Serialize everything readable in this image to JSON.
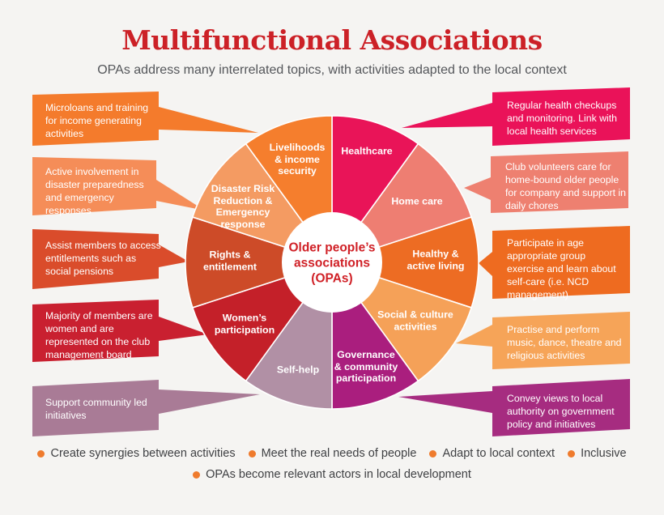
{
  "header": {
    "title": "Multifunctional Associations",
    "subtitle": "OPAs address many interrelated topics, with activities adapted to the local context",
    "title_color": "#cc2127",
    "subtitle_color": "#54565a"
  },
  "chart_data": {
    "type": "pie",
    "center_label": "Older people’s\nassociations\n(OPAs)",
    "center_label_color": "#d02127",
    "center_bg_color": "#ffffff",
    "legend_position": "none",
    "segments": [
      {
        "label": "Healthcare",
        "value": 10,
        "color": "#e91458"
      },
      {
        "label": "Home care",
        "value": 10,
        "color": "#ee7e72"
      },
      {
        "label": "Healthy &\nactive living",
        "value": 10,
        "color": "#ed6c23"
      },
      {
        "label": "Social & culture\nactivities",
        "value": 10,
        "color": "#f5a158"
      },
      {
        "label": "Governance\n& community\nparticipation",
        "value": 10,
        "color": "#aa1e7e"
      },
      {
        "label": "Self-help",
        "value": 10,
        "color": "#b190a5"
      },
      {
        "label": "Women’s\nparticipation",
        "value": 10,
        "color": "#c42029"
      },
      {
        "label": "Rights &\nentitlement",
        "value": 10,
        "color": "#cd4b28"
      },
      {
        "label": "Disaster Risk\nReduction &\nEmergency\nresponse",
        "value": 10,
        "color": "#f49b62"
      },
      {
        "label": "Livelihoods\n& income\nsecurity",
        "value": 10,
        "color": "#f57e2d"
      }
    ]
  },
  "callouts_left": [
    {
      "text": "Microloans and training for income generating activities",
      "color": "#f47b2c"
    },
    {
      "text": "Active involvement in disaster preparedness and emergency responses",
      "color": "#f58d58"
    },
    {
      "text": "Assist members to access entitlements such as social pensions",
      "color": "#da4c2b"
    },
    {
      "text": "Majority of members are women and are represented on the club management board",
      "color": "#c92030"
    },
    {
      "text": "Support community led initiatives",
      "color": "#a97b96"
    }
  ],
  "callouts_right": [
    {
      "text": "Regular health checkups and monitoring. Link with local health services",
      "color": "#ea1259"
    },
    {
      "text": "Club volunteers care for home-bound older people for company and support in daily chores",
      "color": "#ee8070"
    },
    {
      "text": "Participate in age appropriate group exercise and learn about self-care (i.e. NCD management)",
      "color": "#ee6b20"
    },
    {
      "text": "Practise and perform music, dance, theatre and religious activities",
      "color": "#f6a458"
    },
    {
      "text": "Convey views to local authority on government policy and initiatives",
      "color": "#a62c80"
    }
  ],
  "footer": {
    "bullet_color": "#ef7b2d",
    "text_color": "#3f4043",
    "items": [
      "Create synergies between activities",
      "Meet the real needs of people",
      "Adapt to local context",
      "Inclusive",
      "OPAs become relevant actors in local development"
    ]
  }
}
